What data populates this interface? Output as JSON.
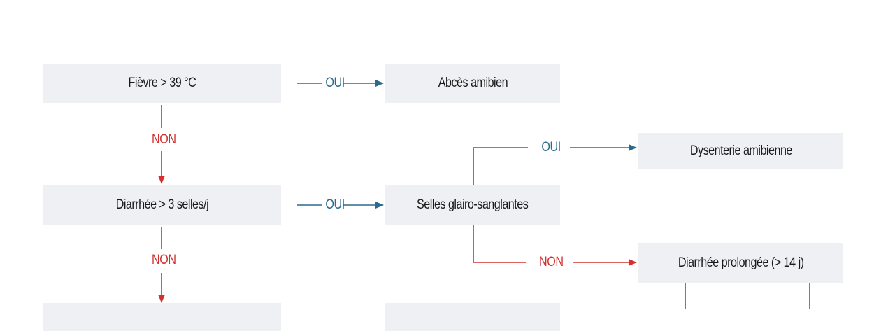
{
  "nodes": {
    "fievre": "Fièvre > 39 °C",
    "abces": "Abcès amibien",
    "dysenterie": "Dysenterie amibienne",
    "diarrhee": "Diarrhée > 3 selles/j",
    "selles": "Selles glairo-sanglantes",
    "prolongee": "Diarrhée prolongée (> 14 j)",
    "bottom_left": "",
    "bottom_middle": ""
  },
  "edges": {
    "yes": "OUI",
    "no": "NON"
  },
  "colors": {
    "yes": "#2a6a8e",
    "no": "#d3302f",
    "box": "#eef0f3"
  }
}
